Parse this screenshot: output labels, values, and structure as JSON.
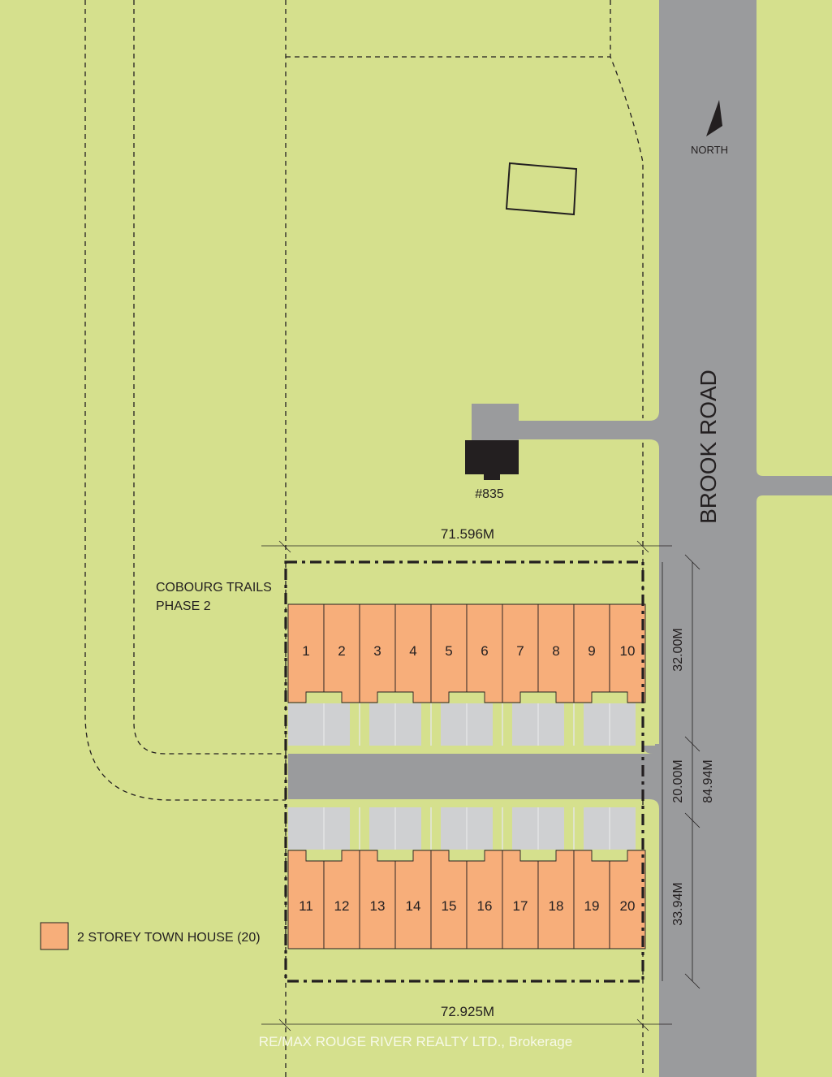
{
  "road_name": "BROOK ROAD",
  "north_label": "NORTH",
  "existing_house_label": "#835",
  "dimension_top": "71.596M",
  "dimension_bottom": "72.925M",
  "dimension_upper_block": "32.00M",
  "dimension_street": "20.00M",
  "dimension_lower_block": "33.94M",
  "dimension_total": "84.94M",
  "phase_label_line1": "COBOURG TRAILS",
  "phase_label_line2": "PHASE 2",
  "legend_label": "2 STOREY TOWN HOUSE (20)",
  "watermark": "RE/MAX ROUGE RIVER REALTY LTD., Brokerage",
  "colors": {
    "grass": "#d5e08d",
    "road": "#9a9b9d",
    "townhouse": "#f7ae7a",
    "driveway": "#cfd0d2",
    "house": "#231f20"
  },
  "units": [
    {
      "id": "1"
    },
    {
      "id": "2"
    },
    {
      "id": "3"
    },
    {
      "id": "4"
    },
    {
      "id": "5"
    },
    {
      "id": "6"
    },
    {
      "id": "7"
    },
    {
      "id": "8"
    },
    {
      "id": "9"
    },
    {
      "id": "10"
    },
    {
      "id": "11"
    },
    {
      "id": "12"
    },
    {
      "id": "13"
    },
    {
      "id": "14"
    },
    {
      "id": "15"
    },
    {
      "id": "16"
    },
    {
      "id": "17"
    },
    {
      "id": "18"
    },
    {
      "id": "19"
    },
    {
      "id": "20"
    }
  ]
}
